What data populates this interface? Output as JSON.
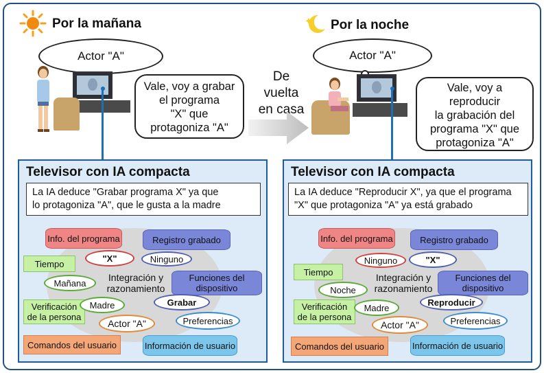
{
  "morning": {
    "title": "Por la mañana",
    "actor_bubble": "Actor \"A\"",
    "speech_lines": [
      "Vale, voy a grabar",
      "el programa",
      "\"X\" que",
      "protagoniza \"A\""
    ]
  },
  "night": {
    "title": "Por la noche",
    "actor_bubble": "Actor \"A\"",
    "speech_lines": [
      "Vale, voy a",
      "reproducir",
      "la grabación del",
      "programa \"X\" que",
      "protagoniza \"A\""
    ]
  },
  "middle": {
    "lines": [
      "De vuelta",
      "en casa"
    ]
  },
  "panels": [
    {
      "title": "Televisor con IA compacta",
      "deduce_lines": [
        "La IA deduce \"Grabar programa X\" ya que",
        "lo protagoniza \"A\", que le gusta a la madre"
      ],
      "center_lines": [
        "Integración y",
        "razonamiento"
      ],
      "program_info": "Info. del programa",
      "recorded": "Registro grabado",
      "time": "Tiempo",
      "device": [
        "Funciones del",
        "dispositivo"
      ],
      "verification": [
        "Verificación",
        "de la persona"
      ],
      "commands": "Comandos del usuario",
      "user_info": "Información de usuario",
      "pill_x": "\"X\"",
      "pill_none": "Ninguno",
      "pill_time": "Mañana",
      "pill_person": "Madre",
      "pill_action": "Grabar",
      "pill_actor": "Actor \"A\"",
      "pill_pref": "Preferencias"
    },
    {
      "title": "Televisor con IA compacta",
      "deduce_lines": [
        "La IA deduce \"Reproducir X\", ya que el programa",
        "\"X\" que protagoniza \"A\" ya está grabado"
      ],
      "center_lines": [
        "Integración y",
        "razonamiento"
      ],
      "program_info": "Info. del programa",
      "recorded": "Registro grabado",
      "time": "Tiempo",
      "device": [
        "Funciones del",
        "dispositivo"
      ],
      "verification": [
        "Verificación",
        "de la persona"
      ],
      "commands": "Comandos del usuario",
      "user_info": "Información de usuario",
      "pill_x": "\"X\"",
      "pill_none": "Ninguno",
      "pill_time": "Noche",
      "pill_person": "Madre",
      "pill_action": "Reproducir",
      "pill_actor": "Actor \"A\"",
      "pill_pref": "Preferencias"
    }
  ]
}
